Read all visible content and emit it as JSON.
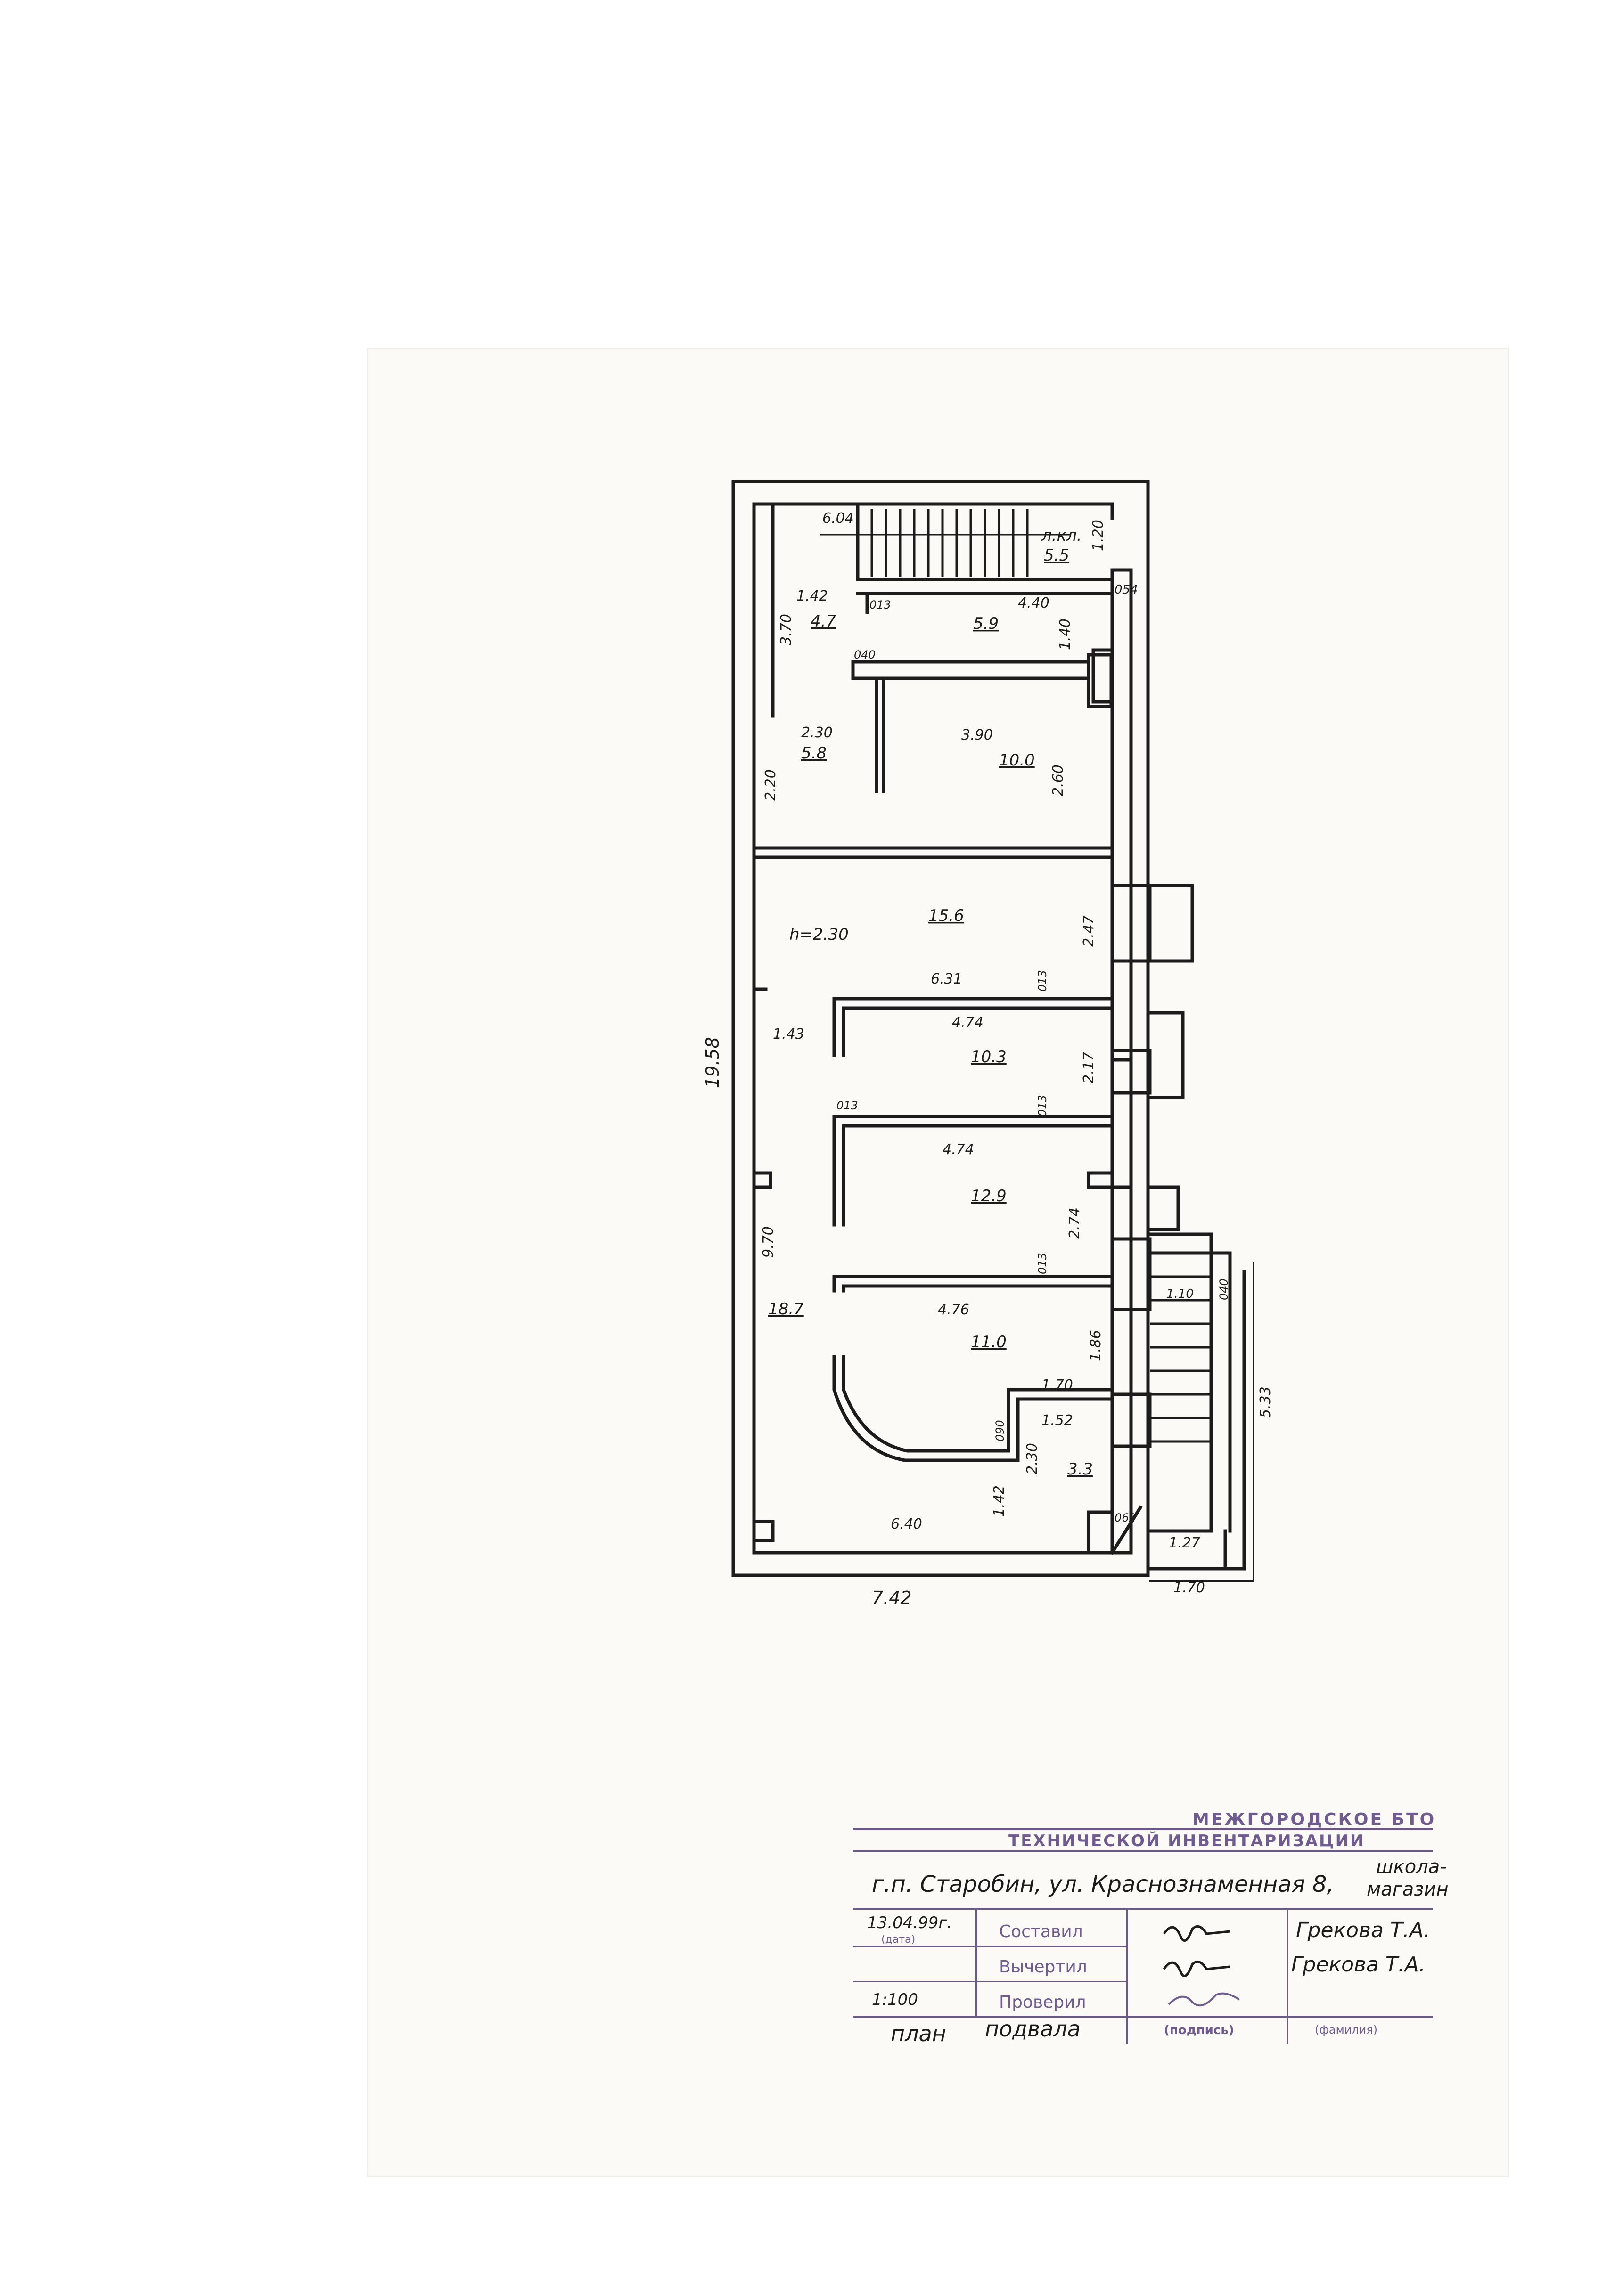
{
  "plan": {
    "height_note": "h=2.30",
    "total_height": "19.58",
    "total_width": "7.42",
    "stair_label": "л.кл.",
    "rooms": [
      {
        "area": "5.5"
      },
      {
        "area": "4.7"
      },
      {
        "area": "5.9"
      },
      {
        "area": "5.8"
      },
      {
        "area": "10.0"
      },
      {
        "area": "15.6"
      },
      {
        "area": "10.3"
      },
      {
        "area": "12.9"
      },
      {
        "area": "18.7"
      },
      {
        "area": "11.0"
      },
      {
        "area": "3.3"
      }
    ],
    "dimensions": {
      "d_6_04": "6.04",
      "d_1_20": "1.20",
      "d_054": "054",
      "d_1_42a": "1.42",
      "d_013a": "013",
      "d_4_40": "4.40",
      "d_3_70": "3.70",
      "d_1_40": "1.40",
      "d_040a": "040",
      "d_2_30a": "2.30",
      "d_3_90": "3.90",
      "d_2_20": "2.20",
      "d_2_60": "2.60",
      "d_2_47": "2.47",
      "d_6_31": "6.31",
      "d_013b": "013",
      "d_1_43": "1.43",
      "d_4_74a": "4.74",
      "d_2_17": "2.17",
      "d_013c": "013",
      "d_013d": "013",
      "d_4_74b": "4.74",
      "d_9_70": "9.70",
      "d_2_74": "2.74",
      "d_013e": "013",
      "d_4_76": "4.76",
      "d_1_10": "1.10",
      "d_040b": "040",
      "d_1_86": "1.86",
      "d_1_70a": "1.70",
      "d_5_33": "5.33",
      "d_090": "090",
      "d_1_52": "1.52",
      "d_2_30b": "2.30",
      "d_1_42b": "1.42",
      "d_6_40": "6.40",
      "d_062": "062",
      "d_1_27": "1.27",
      "d_1_70b": "1.70"
    }
  },
  "stamp": {
    "org_line1": "МЕЖГОРОДСКОЕ БТО",
    "org_line2": "ТЕХНИЧЕСКОЙ ИНВЕНТАРИЗАЦИИ",
    "address": "г.п. Старобин, ул. Краснознаменная 8,",
    "purpose_1": "школа-",
    "purpose_2": "магазин",
    "date": "13.04.99г.",
    "date_caption": "(дата)",
    "scale": "1:100",
    "row1_role": "Составил",
    "row2_role": "Вычертил",
    "row3_role": "Проверил",
    "row1_name": "Грекова Т.А.",
    "row2_name": "Грекова Т.А.",
    "signature_caption": "(подпись)",
    "name_caption": "(фамилия)",
    "drawing_title_1": "план",
    "drawing_title_2": "подвала"
  },
  "colors": {
    "paper": "#fbfaf6",
    "ink": "#1c1c1c",
    "stamp": "#6f5a92"
  }
}
